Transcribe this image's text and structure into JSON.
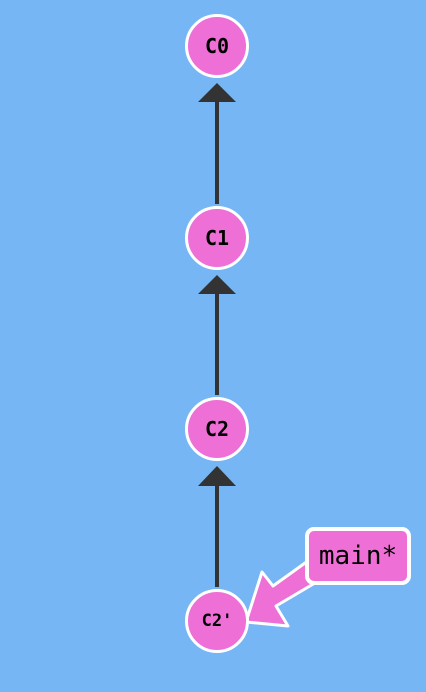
{
  "colors": {
    "background": "#76b6f4",
    "commit_fill": "#ee6fd5",
    "commit_border": "#ffffff",
    "edge": "#333333",
    "branch_fill": "#ee6fd5"
  },
  "commits": [
    {
      "id": "C0",
      "label": "C0"
    },
    {
      "id": "C1",
      "label": "C1"
    },
    {
      "id": "C2",
      "label": "C2"
    },
    {
      "id": "C2'",
      "label": "C2'"
    }
  ],
  "edges": [
    {
      "from": "C1",
      "to": "C0"
    },
    {
      "from": "C2",
      "to": "C1"
    },
    {
      "from": "C2'",
      "to": "C2"
    }
  ],
  "branch": {
    "label": "main*",
    "points_to": "C2'"
  }
}
